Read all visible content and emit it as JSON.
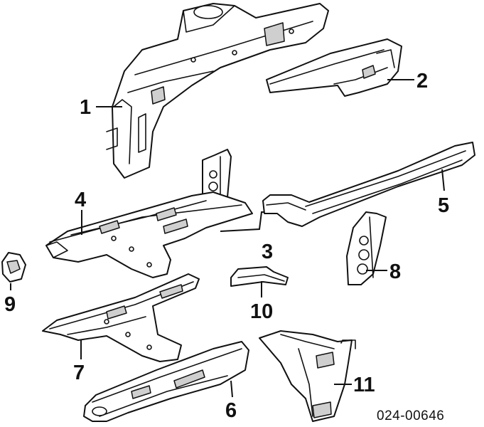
{
  "callouts": {
    "p1": "1",
    "p2": "2",
    "p3": "3",
    "p4": "4",
    "p5": "5",
    "p6": "6",
    "p7": "7",
    "p8": "8",
    "p9": "9",
    "p10": "10",
    "p11": "11"
  },
  "diagram_code": "024-00646"
}
